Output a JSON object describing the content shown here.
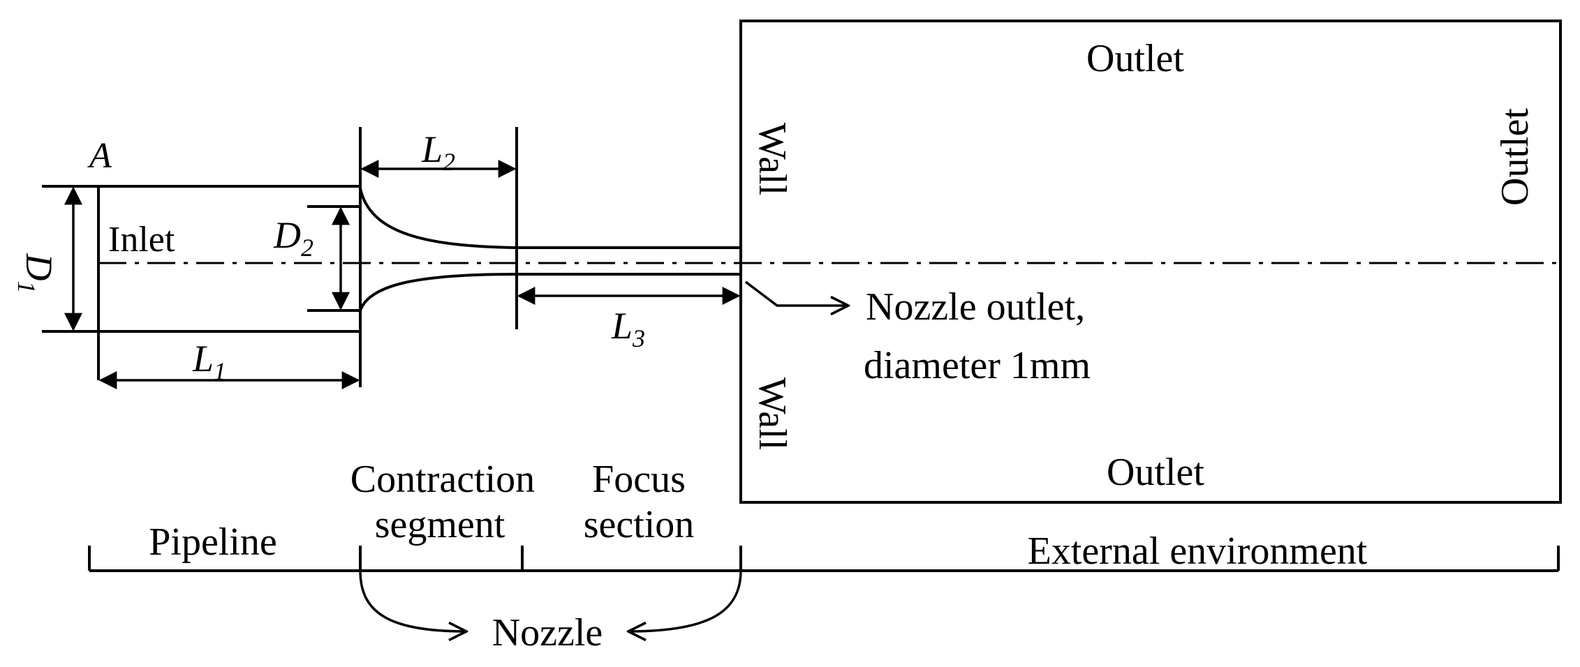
{
  "labels": {
    "point_a": "A",
    "inlet": "Inlet",
    "d1": "D",
    "d1_sub": "1",
    "d2": "D",
    "d2_sub": "2",
    "l1": "L",
    "l1_sub": "1",
    "l2": "L",
    "l2_sub": "2",
    "l3": "L",
    "l3_sub": "3",
    "outlet_top": "Outlet",
    "outlet_right": "Outlet",
    "outlet_bottom": "Outlet",
    "wall_upper": "Wall",
    "wall_lower": "Wall",
    "nozzle_outlet_line1": "Nozzle outlet,",
    "nozzle_outlet_line2": "diameter 1mm"
  },
  "sections": {
    "pipeline": "Pipeline",
    "contraction_line1": "Contraction",
    "contraction_line2": "segment",
    "focus_line1": "Focus",
    "focus_line2": "section",
    "external": "External environment",
    "nozzle": "Nozzle"
  }
}
